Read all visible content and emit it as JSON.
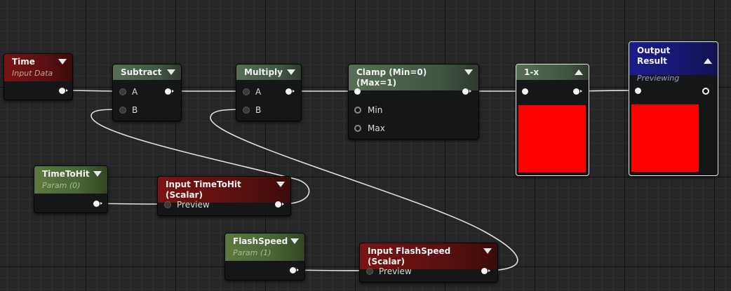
{
  "colors": {
    "preview_swatch": "#ff0000",
    "wire": "#e0e0e0"
  },
  "nodes": {
    "time": {
      "title": "Time",
      "subtitle": "Input Data"
    },
    "subtract": {
      "title": "Subtract",
      "pin_a": "A",
      "pin_b": "B"
    },
    "multiply": {
      "title": "Multiply",
      "pin_a": "A",
      "pin_b": "B"
    },
    "clamp": {
      "title": "Clamp (Min=0) (Max=1)",
      "pin_min": "Min",
      "pin_max": "Max"
    },
    "one_minus_x": {
      "title": "1-x"
    },
    "output_result": {
      "title": "Output Result",
      "subtitle": "Previewing"
    },
    "time_to_hit": {
      "title": "TimeToHit",
      "subtitle": "Param (0)"
    },
    "input_time_to_hit": {
      "title": "Input TimeToHit (Scalar)",
      "pin_preview": "Preview"
    },
    "flash_speed": {
      "title": "FlashSpeed",
      "subtitle": "Param (1)"
    },
    "input_flash_speed": {
      "title": "Input FlashSpeed (Scalar)",
      "pin_preview": "Preview"
    }
  }
}
